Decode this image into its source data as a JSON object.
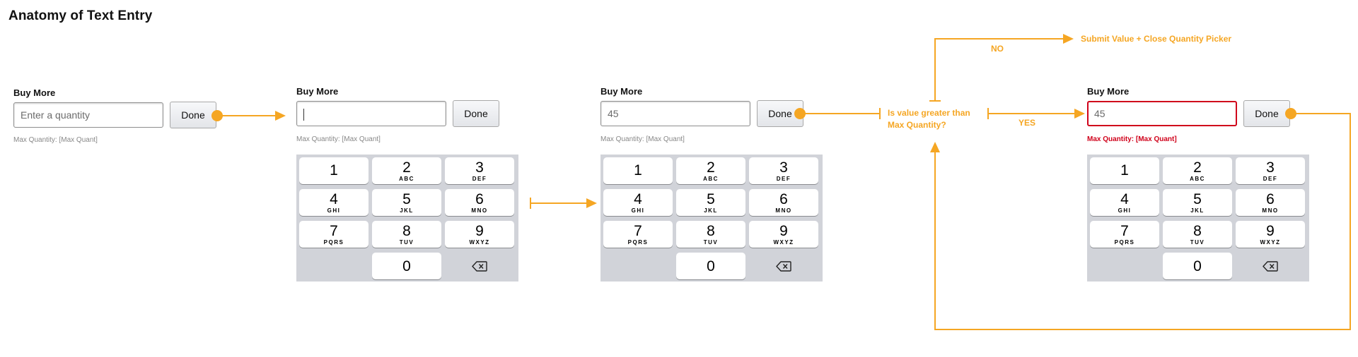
{
  "title": "Anatomy of Text Entry",
  "colors": {
    "accent": "#f5a623",
    "error": "#d0021b",
    "keypad": "#d1d3d9"
  },
  "widget": {
    "label": "Buy More",
    "done_label": "Done",
    "max_note": "Max Quantity: [Max Quant]"
  },
  "steps": [
    {
      "input_placeholder": "Enter a quantity",
      "input_value": "",
      "state": "empty"
    },
    {
      "input_value": "",
      "state": "focused-caret"
    },
    {
      "input_value": "45",
      "state": "entered"
    },
    {
      "input_value": "45",
      "state": "error"
    }
  ],
  "keypad": {
    "keys": [
      {
        "num": "1",
        "letters": ""
      },
      {
        "num": "2",
        "letters": "ABC"
      },
      {
        "num": "3",
        "letters": "DEF"
      },
      {
        "num": "4",
        "letters": "GHI"
      },
      {
        "num": "5",
        "letters": "JKL"
      },
      {
        "num": "6",
        "letters": "MNO"
      },
      {
        "num": "7",
        "letters": "PQRS"
      },
      {
        "num": "8",
        "letters": "TUV"
      },
      {
        "num": "9",
        "letters": "WXYZ"
      },
      {
        "num": "0",
        "letters": ""
      }
    ],
    "backspace_icon": "backspace-icon"
  },
  "flow": {
    "decision": "Is value greater than Max Quantity?",
    "no_label": "NO",
    "yes_label": "YES",
    "submit": "Submit Value + Close Quantity Picker"
  }
}
